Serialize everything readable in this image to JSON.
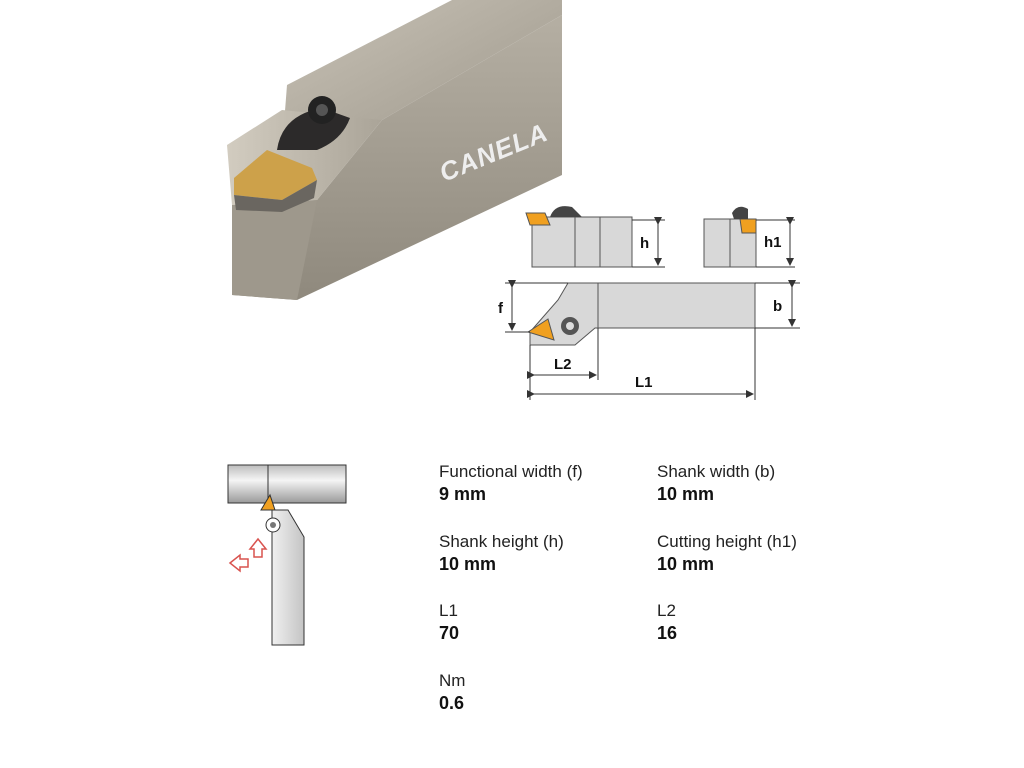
{
  "product": {
    "brand": "CANELA"
  },
  "diagram": {
    "labels": {
      "h": "h",
      "h1": "h1",
      "b": "b",
      "f": "f",
      "L1": "L1",
      "L2": "L2"
    }
  },
  "specs": [
    {
      "label": "Functional width (f)",
      "value": "9 mm"
    },
    {
      "label": "Shank width (b)",
      "value": "10 mm"
    },
    {
      "label": "Shank height (h)",
      "value": "10 mm"
    },
    {
      "label": "Cutting height (h1)",
      "value": "10 mm"
    },
    {
      "label": "L1",
      "value": "70"
    },
    {
      "label": "L2",
      "value": "16"
    },
    {
      "label": "Nm",
      "value": "0.6"
    }
  ],
  "colors": {
    "shank": "#a8a296",
    "insert": "#d9a84a",
    "arrow": "#d9534f",
    "orange": "#f0a020"
  }
}
